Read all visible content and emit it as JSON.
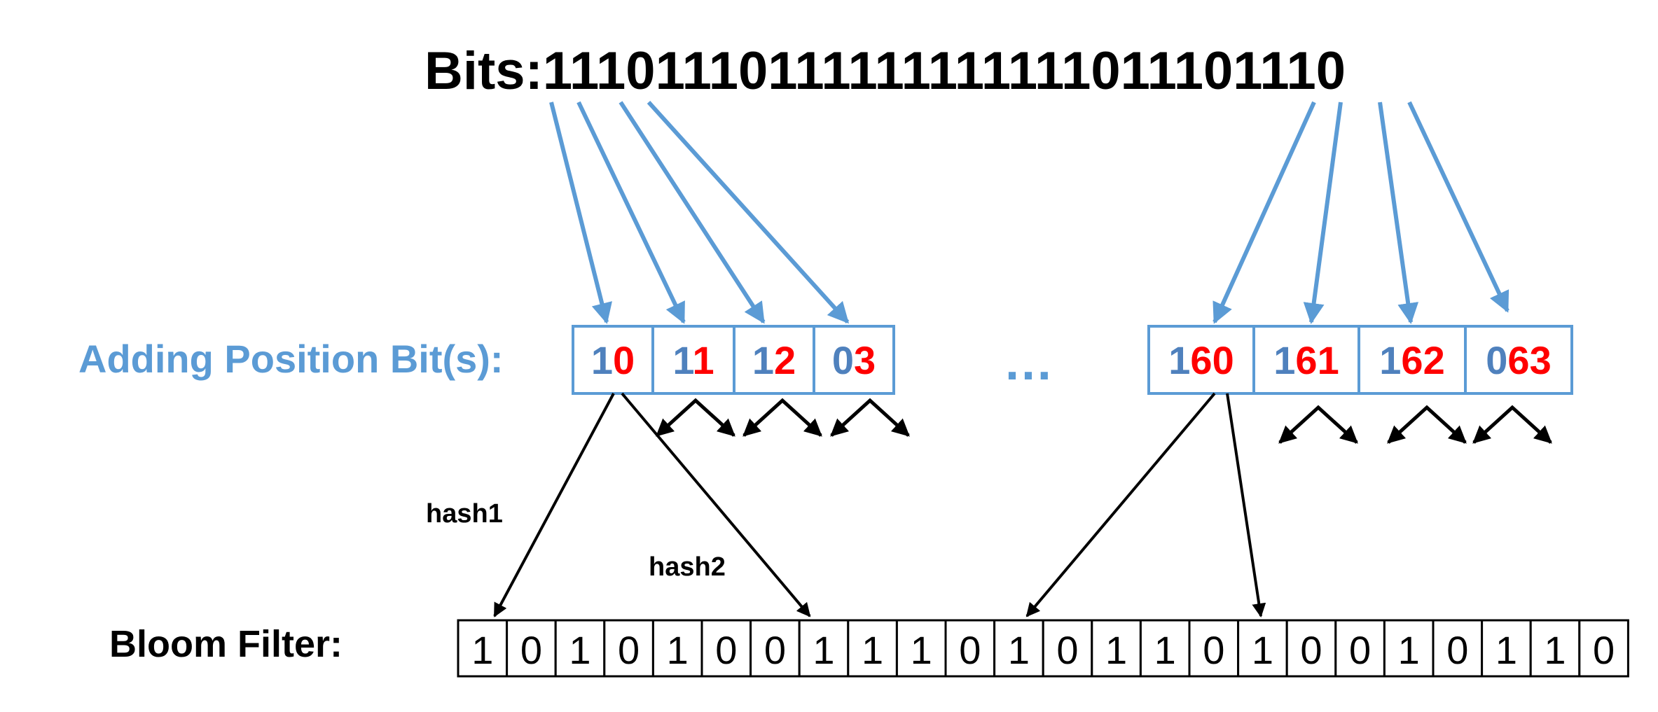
{
  "bits_label": "Bits:",
  "bits_value": "11101110111111111111011101110",
  "position_label": "Adding Position Bit(s):",
  "ellipsis": "…",
  "bloom_label": "Bloom Filter:",
  "hash1_label": "hash1",
  "hash2_label": "hash2",
  "colors": {
    "arrow_blue": "#5b9bd5",
    "prefix_blue": "#4f81bd",
    "suffix_red": "#ff0000",
    "cell_border": "#5b9bd5",
    "black": "#000000"
  },
  "left_cells": [
    {
      "prefix": "1",
      "suffix": "0"
    },
    {
      "prefix": "1",
      "suffix": "1"
    },
    {
      "prefix": "1",
      "suffix": "2"
    },
    {
      "prefix": "0",
      "suffix": "3"
    }
  ],
  "right_cells": [
    {
      "prefix": "1",
      "suffix": "60"
    },
    {
      "prefix": "1",
      "suffix": "61"
    },
    {
      "prefix": "1",
      "suffix": "62"
    },
    {
      "prefix": "0",
      "suffix": "63"
    }
  ],
  "bloom_bits": [
    "1",
    "0",
    "1",
    "0",
    "1",
    "0",
    "0",
    "1",
    "1",
    "1",
    "0",
    "1",
    "0",
    "1",
    "1",
    "0",
    "1",
    "0",
    "0",
    "1",
    "0",
    "1",
    "1",
    "0"
  ]
}
